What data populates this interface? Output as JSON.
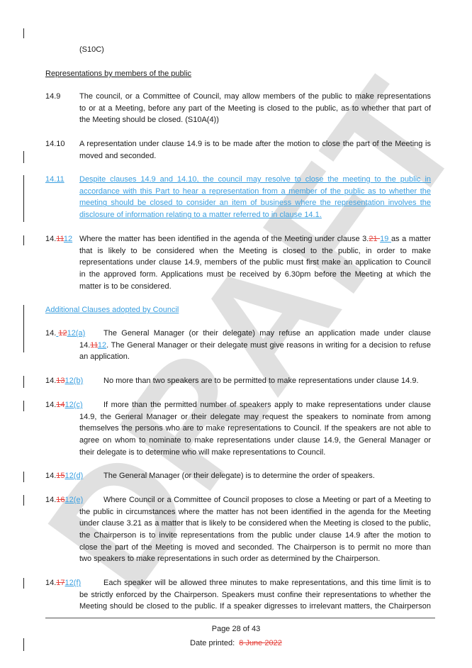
{
  "watermark": "DRAFT",
  "colors": {
    "deleted": "#e5423c",
    "inserted": "#3a9fe0"
  },
  "note": "(S10C)",
  "heading": "Representations by members of the public",
  "additional_heading": "Additional Clauses adopted by Council",
  "clauses": [
    {
      "number": [
        {
          "t": "14.9"
        }
      ],
      "lines": [
        [
          {
            "t": "The council, or a Committee of Council, may allow members of the public to make representations"
          }
        ],
        [
          {
            "t": "to or at a Meeting, before any part of the Meeting is closed to the public, as to whether that part of"
          }
        ],
        [
          {
            "t": "the Meeting should be closed. (S10A(4))"
          }
        ]
      ]
    },
    {
      "number": [
        {
          "t": "14.10"
        }
      ],
      "lines": [
        [
          {
            "t": "A representation under clause 14.9 is to be made after the motion to close the part of the Meeting is"
          }
        ],
        [
          {
            "t": "moved and seconded."
          }
        ]
      ]
    },
    {
      "number": [
        {
          "t": "14.11"
        }
      ],
      "inserted": true,
      "lines": [
        [
          {
            "t": "Despite clauses 14.9 and 14.10, the council may resolve to close the meeting to the public in"
          }
        ],
        [
          {
            "t": "accordance with this Part to hear a representation from a member of the public as to whether the"
          }
        ],
        [
          {
            "t": "meeting should be closed to consider an item of business where the representation involves the"
          }
        ],
        [
          {
            "t": "disclosure of information relating to a matter referred to in clause 14.1."
          }
        ]
      ]
    },
    {
      "number": [
        {
          "t": "14."
        },
        {
          "t": "11",
          "k": "del"
        },
        {
          "t": "12",
          "k": "ins"
        }
      ],
      "lines": [
        [
          {
            "t": "Where the matter has been identified in the agenda of the Meeting under clause 3."
          },
          {
            "t": "21 ",
            "k": "del"
          },
          {
            "t": "19 ",
            "k": "ins"
          },
          {
            "t": "as a matter"
          }
        ],
        [
          {
            "t": "that is likely to be considered when the Meeting is closed to the public, in order to make"
          }
        ],
        [
          {
            "t": "representations under clause 14.9, members of the public must first make an application to Council"
          }
        ],
        [
          {
            "t": "in the approved form. Applications must be received by 6.30pm before the Meeting at which the"
          }
        ],
        [
          {
            "t": "matter is to be considered."
          }
        ]
      ]
    },
    {
      "number": [
        {
          "t": "14."
        },
        {
          "t": " ",
          "k": "ins"
        },
        {
          "t": "12",
          "k": "del"
        },
        {
          "t": "12(a)",
          "k": "ins"
        }
      ],
      "lines": [
        [
          {
            "t": "The General Manager (or their delegate) may refuse an application made under clause"
          }
        ],
        [
          {
            "t": "14."
          },
          {
            "t": "11",
            "k": "del"
          },
          {
            "t": "12",
            "k": "ins"
          },
          {
            "t": ". The General Manager or their delegate must give reasons in writing for a decision to refuse"
          }
        ],
        [
          {
            "t": "an application."
          }
        ]
      ]
    },
    {
      "number": [
        {
          "t": "14."
        },
        {
          "t": "13",
          "k": "del"
        },
        {
          "t": "12(b)",
          "k": "ins"
        }
      ],
      "lines": [
        [
          {
            "t": "No more than two speakers are to be permitted to make representations under clause 14.9."
          }
        ]
      ]
    },
    {
      "number": [
        {
          "t": "14."
        },
        {
          "t": "14",
          "k": "del"
        },
        {
          "t": "12(c)",
          "k": "ins"
        }
      ],
      "lines": [
        [
          {
            "t": "If more than the permitted number of speakers apply to make representations under clause"
          }
        ],
        [
          {
            "t": "14.9, the General Manager or their delegate may request the speakers to nominate from among"
          }
        ],
        [
          {
            "t": "themselves the persons who are to make representations to Council.  If the speakers are not able to"
          }
        ],
        [
          {
            "t": "agree on whom to nominate to make representations under clause 14.9, the General Manager or"
          }
        ],
        [
          {
            "t": "their delegate is to determine who will make representations to Council."
          }
        ]
      ]
    },
    {
      "number": [
        {
          "t": "14."
        },
        {
          "t": "15",
          "k": "del"
        },
        {
          "t": "12(d)",
          "k": "ins"
        }
      ],
      "lines": [
        [
          {
            "t": "The General Manager (or their delegate) is to determine the order of speakers."
          }
        ]
      ]
    },
    {
      "number": [
        {
          "t": "14."
        },
        {
          "t": "16",
          "k": "del"
        },
        {
          "t": "12(e)",
          "k": "ins"
        }
      ],
      "lines": [
        [
          {
            "t": "Where Council or a Committee of Council proposes to close a Meeting or part of a Meeting to"
          }
        ],
        [
          {
            "t": "the public in circumstances where the matter has not been identified in the agenda for the Meeting"
          }
        ],
        [
          {
            "t": "under clause 3.21 as a matter that is likely to be considered when the Meeting is closed to the public,"
          }
        ],
        [
          {
            "t": "the Chairperson is to invite representations from the public under clause 14.9 after the motion to"
          }
        ],
        [
          {
            "t": "close the part of the Meeting is moved and seconded.  The Chairperson is to permit no more than"
          }
        ],
        [
          {
            "t": "two speakers to make representations in such order as determined by the Chairperson."
          }
        ]
      ]
    },
    {
      "number": [
        {
          "t": "14."
        },
        {
          "t": "17",
          "k": "del"
        },
        {
          "t": "12(f)",
          "k": "ins"
        }
      ],
      "continues": true,
      "lines": [
        [
          {
            "t": "Each speaker will be allowed three minutes to make representations, and this time limit is to"
          }
        ],
        [
          {
            "t": "be strictly enforced by the Chairperson. Speakers must confine their representations to whether the"
          }
        ],
        [
          {
            "t": "Meeting should be closed to the public.  If a speaker digresses to irrelevant matters, the Chairperson"
          }
        ]
      ]
    }
  ],
  "footer": {
    "page": "Page 28 of 43",
    "date_label": "Date printed:",
    "date_deleted": "8 June 2022"
  }
}
